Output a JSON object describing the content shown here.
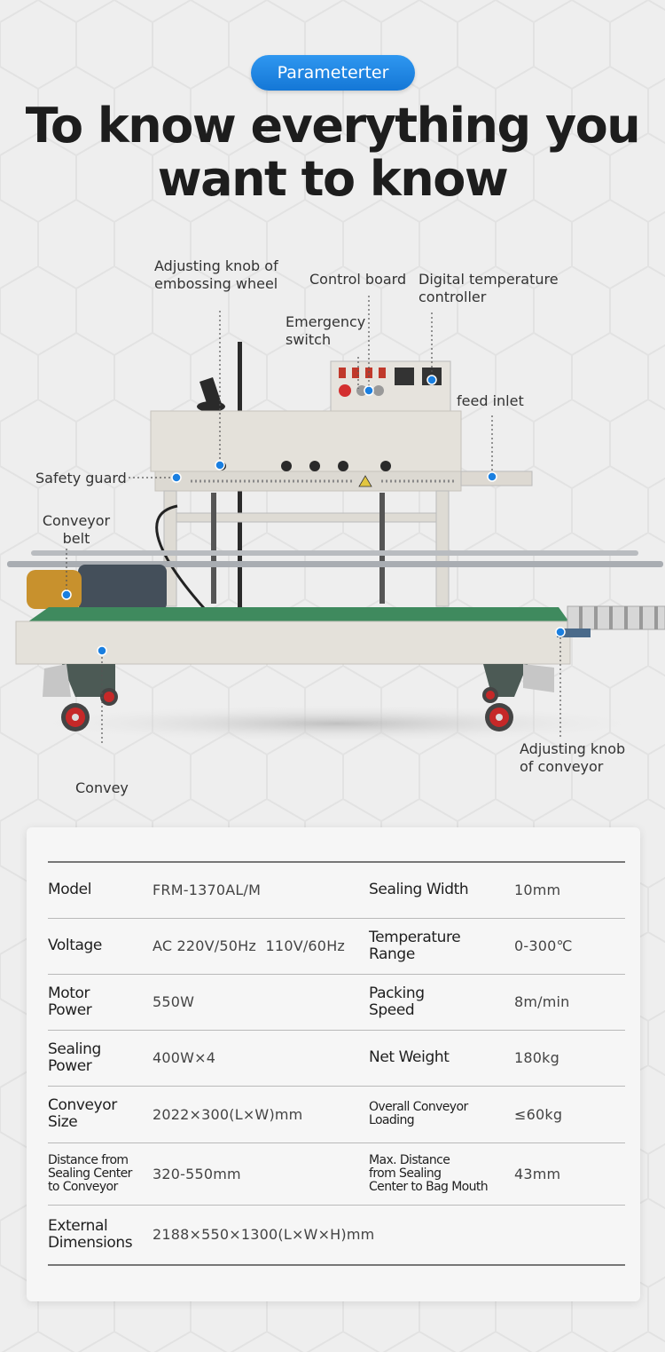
{
  "header": {
    "pill_label": "Parameterter",
    "headline_line1": "To know everything you",
    "headline_line2": "want to know"
  },
  "callouts": {
    "adjusting_embossing": "Adjusting knob of\nembossing wheel",
    "control_board": "Control board",
    "digital_temp": "Digital temperature\ncontroller",
    "emergency_switch": "Emergency\nswitch",
    "feed_inlet": "feed inlet",
    "safety_guard": "Safety guard",
    "conveyor_belt": "Conveyor\nbelt",
    "adjusting_conveyor": "Adjusting knob\nof conveyor",
    "convey": "Convey"
  },
  "colors": {
    "accent": "#1a7fe0",
    "belt": "#3f8a5e",
    "machine_body": "#e4e1da"
  },
  "specs": {
    "rows": [
      {
        "l1": "Model",
        "v1": "FRM-1370AL/M",
        "l2": "Sealing Width",
        "v2": "10mm"
      },
      {
        "l1": "Voltage",
        "v1": "AC 220V/50Hz  110V/60Hz",
        "l2": "Temperature\nRange",
        "v2": "0-300℃"
      },
      {
        "l1": "Motor\nPower",
        "v1": "550W",
        "l2": "Packing\nSpeed",
        "v2": "8m/min"
      },
      {
        "l1": "Sealing\nPower",
        "v1": "400W×4",
        "l2": "Net Weight",
        "v2": "180kg"
      },
      {
        "l1": "Conveyor\nSize",
        "v1": "2022×300(L×W)mm",
        "l2": "Overall Conveyor\nLoading",
        "v2": "≤60kg"
      },
      {
        "l1": "Distance from\nSealing Center\nto Conveyor",
        "v1": "320-550mm",
        "l2": "Max. Distance\nfrom Sealing\nCenter to Bag Mouth",
        "v2": "43mm"
      },
      {
        "l1": "External\nDimensions",
        "v1": "2188×550×1300(L×W×H)mm"
      }
    ]
  }
}
